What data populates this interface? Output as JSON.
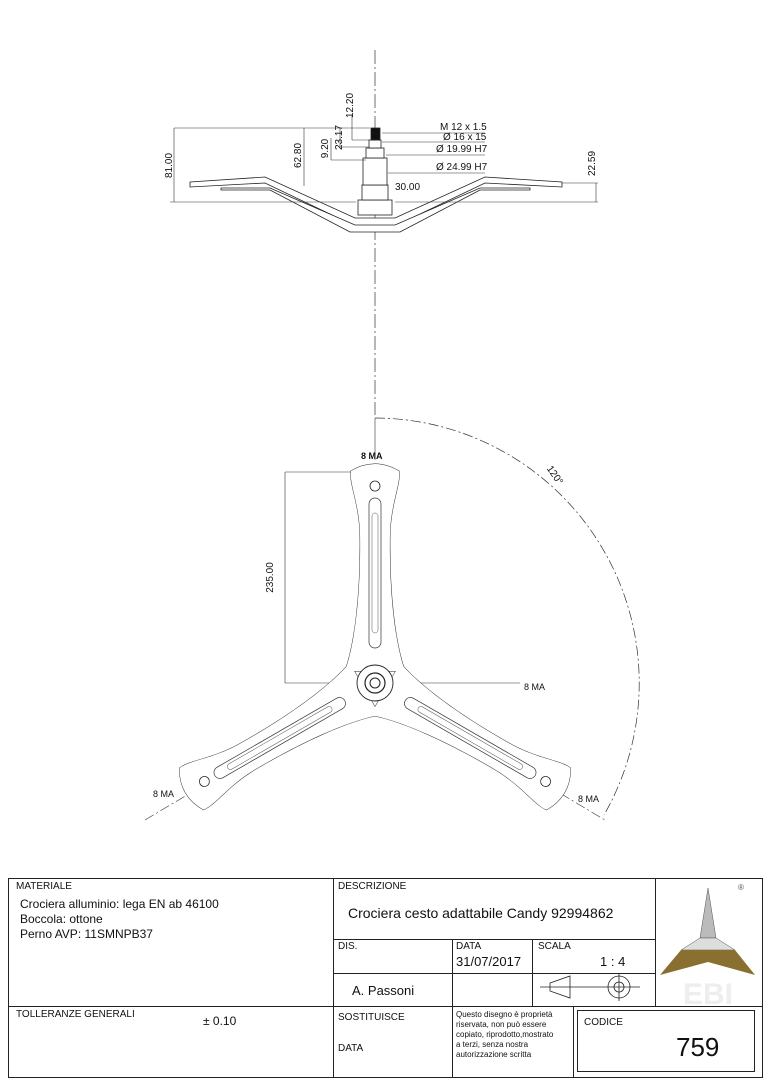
{
  "side_view": {
    "dims": {
      "d1220": "12.20",
      "d2317": "23.17",
      "d920": "9.20",
      "d6280": "62.80",
      "d8100": "81.00",
      "d2259": "22.59",
      "d3000": "30.00"
    },
    "callouts": [
      "M 12 x 1.5",
      "Ø 16 x 15",
      "Ø 19.99 H7",
      "Ø 24.99 H7"
    ]
  },
  "top_view": {
    "angle": "120°",
    "arm_length": "235.00",
    "hole_top": "8 MA",
    "hole_right": "8 MA",
    "hole_left": "8 MA",
    "hole_lower_right": "8 MA"
  },
  "title_block": {
    "materiale_label": "MATERIALE",
    "materiale_lines": [
      "Crociera alluminio: lega EN ab 46100",
      "Boccola: ottone",
      "Perno AVP: 11SMNPB37"
    ],
    "tolleranze_label": "TOLLERANZE GENERALI",
    "tolleranze_value": "± 0.10",
    "descrizione_label": "DESCRIZIONE",
    "descrizione_value": "Crociera cesto adattabile Candy 92994862",
    "dis_label": "DIS.",
    "dis_value": "A. Passoni",
    "data_label": "DATA",
    "data_value": "31/07/2017",
    "scala_label": "SCALA",
    "scala_value": "1 : 4",
    "sostituisce_label": "SOSTITUISCE",
    "sost_data_label": "DATA",
    "notice_lines": [
      "Questo disegno è proprietà",
      "riservata, non può essere",
      "copiato, riprodotto,mostrato",
      "a terzi, senza nostra",
      "autorizzazione scritta"
    ],
    "codice_label": "CODICE",
    "codice_value": "759",
    "logo_text": "EBI",
    "logo_mark": "®"
  },
  "colors": {
    "logo_gold": "#8a7030",
    "logo_grey": "#aaaaaa"
  }
}
